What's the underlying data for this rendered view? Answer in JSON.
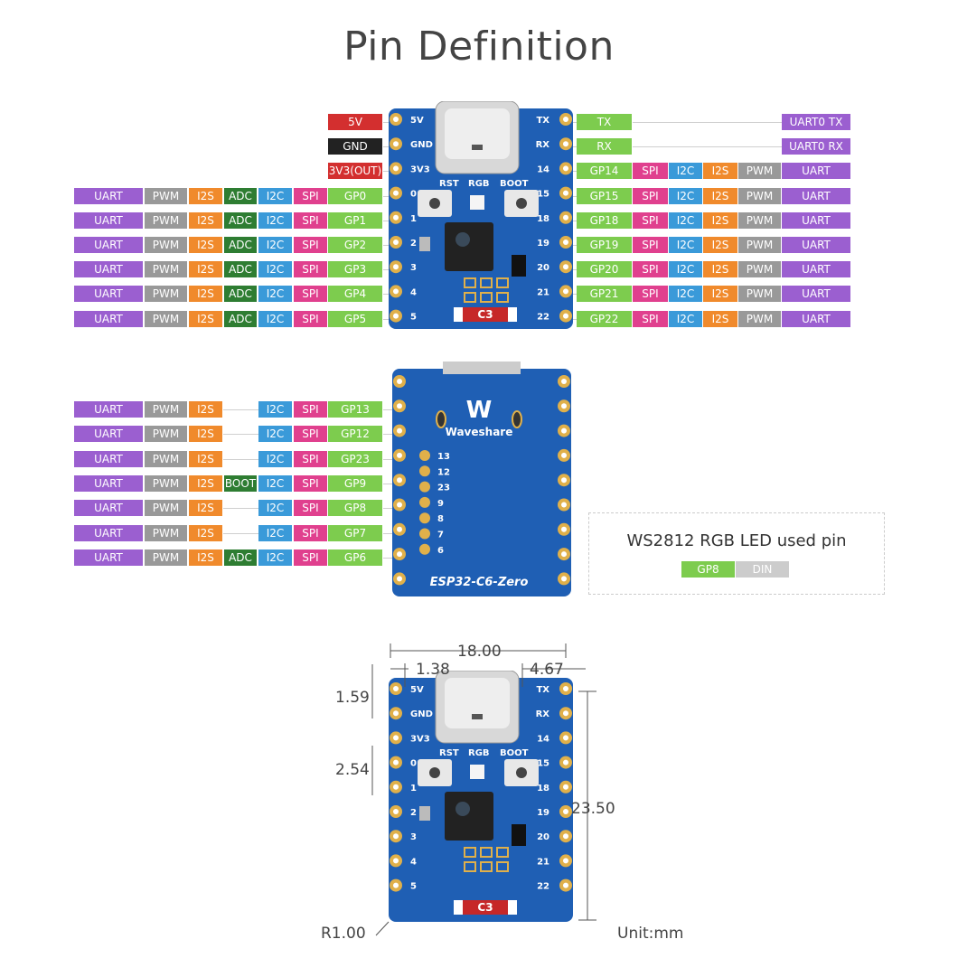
{
  "title": "Pin Definition",
  "colors": {
    "UART": "#9b5fd0",
    "PWM": "#999999",
    "I2S": "#f08a2c",
    "ADC": "#2e7d32",
    "I2C": "#3a9ad9",
    "SPI": "#e0408e",
    "GP": "#7dcc4e",
    "5V": "#d32f2f",
    "GND": "#222222",
    "BOOT": "#2e7d32",
    "DIN": "#cccccc",
    "pcb": "#1f5fb4"
  },
  "top_left_power": [
    "5V",
    "GND",
    "3V3(OUT)"
  ],
  "top_left_rows": [
    {
      "gpio": "GP0",
      "funcs": [
        "UART",
        "PWM",
        "I2S",
        "ADC",
        "I2C",
        "SPI"
      ]
    },
    {
      "gpio": "GP1",
      "funcs": [
        "UART",
        "PWM",
        "I2S",
        "ADC",
        "I2C",
        "SPI"
      ]
    },
    {
      "gpio": "GP2",
      "funcs": [
        "UART",
        "PWM",
        "I2S",
        "ADC",
        "I2C",
        "SPI"
      ]
    },
    {
      "gpio": "GP3",
      "funcs": [
        "UART",
        "PWM",
        "I2S",
        "ADC",
        "I2C",
        "SPI"
      ]
    },
    {
      "gpio": "GP4",
      "funcs": [
        "UART",
        "PWM",
        "I2S",
        "ADC",
        "I2C",
        "SPI"
      ]
    },
    {
      "gpio": "GP5",
      "funcs": [
        "UART",
        "PWM",
        "I2S",
        "ADC",
        "I2C",
        "SPI"
      ]
    }
  ],
  "top_right_rows": [
    {
      "gpio": "TX",
      "funcs": [
        "",
        "",
        "",
        "",
        "UART0 TX"
      ]
    },
    {
      "gpio": "RX",
      "funcs": [
        "",
        "",
        "",
        "",
        "UART0 RX"
      ]
    },
    {
      "gpio": "GP14",
      "funcs": [
        "SPI",
        "I2C",
        "I2S",
        "PWM",
        "UART"
      ]
    },
    {
      "gpio": "GP15",
      "funcs": [
        "SPI",
        "I2C",
        "I2S",
        "PWM",
        "UART"
      ]
    },
    {
      "gpio": "GP18",
      "funcs": [
        "SPI",
        "I2C",
        "I2S",
        "PWM",
        "UART"
      ]
    },
    {
      "gpio": "GP19",
      "funcs": [
        "SPI",
        "I2C",
        "I2S",
        "PWM",
        "UART"
      ]
    },
    {
      "gpio": "GP20",
      "funcs": [
        "SPI",
        "I2C",
        "I2S",
        "PWM",
        "UART"
      ]
    },
    {
      "gpio": "GP21",
      "funcs": [
        "SPI",
        "I2C",
        "I2S",
        "PWM",
        "UART"
      ]
    },
    {
      "gpio": "GP22",
      "funcs": [
        "SPI",
        "I2C",
        "I2S",
        "PWM",
        "UART"
      ]
    }
  ],
  "back_rows": [
    {
      "gpio": "GP13",
      "funcs": [
        "UART",
        "PWM",
        "I2S",
        "",
        "I2C",
        "SPI"
      ]
    },
    {
      "gpio": "GP12",
      "funcs": [
        "UART",
        "PWM",
        "I2S",
        "",
        "I2C",
        "SPI"
      ]
    },
    {
      "gpio": "GP23",
      "funcs": [
        "UART",
        "PWM",
        "I2S",
        "",
        "I2C",
        "SPI"
      ]
    },
    {
      "gpio": "GP9",
      "funcs": [
        "UART",
        "PWM",
        "I2S",
        "BOOT",
        "I2C",
        "SPI"
      ]
    },
    {
      "gpio": "GP8",
      "funcs": [
        "UART",
        "PWM",
        "I2S",
        "",
        "I2C",
        "SPI"
      ]
    },
    {
      "gpio": "GP7",
      "funcs": [
        "UART",
        "PWM",
        "I2S",
        "",
        "I2C",
        "SPI"
      ]
    },
    {
      "gpio": "GP6",
      "funcs": [
        "UART",
        "PWM",
        "I2S",
        "ADC",
        "I2C",
        "SPI"
      ]
    }
  ],
  "board_front": {
    "left_labels": [
      "5V",
      "GND",
      "3V3",
      "0",
      "1",
      "2",
      "3",
      "4",
      "5"
    ],
    "right_labels": [
      "TX",
      "RX",
      "14",
      "15",
      "18",
      "19",
      "20",
      "21",
      "22"
    ],
    "button_labels": [
      "RST",
      "RGB",
      "BOOT"
    ],
    "chip_label": "C3"
  },
  "board_back": {
    "brand": "Waveshare",
    "model": "ESP32-C6-Zero",
    "pad_labels": [
      "13",
      "12",
      "23",
      "9",
      "8",
      "7",
      "6"
    ]
  },
  "led": {
    "title": "WS2812 RGB LED used pin",
    "pin": "GP8",
    "signal": "DIN"
  },
  "dimensions": {
    "width": "18.00",
    "inset_left": "1.38",
    "inset_right": "4.67",
    "edge_offset": "1.59",
    "pitch": "2.54",
    "height": "23.50",
    "radius": "R1.00",
    "unit": "Unit:mm"
  }
}
